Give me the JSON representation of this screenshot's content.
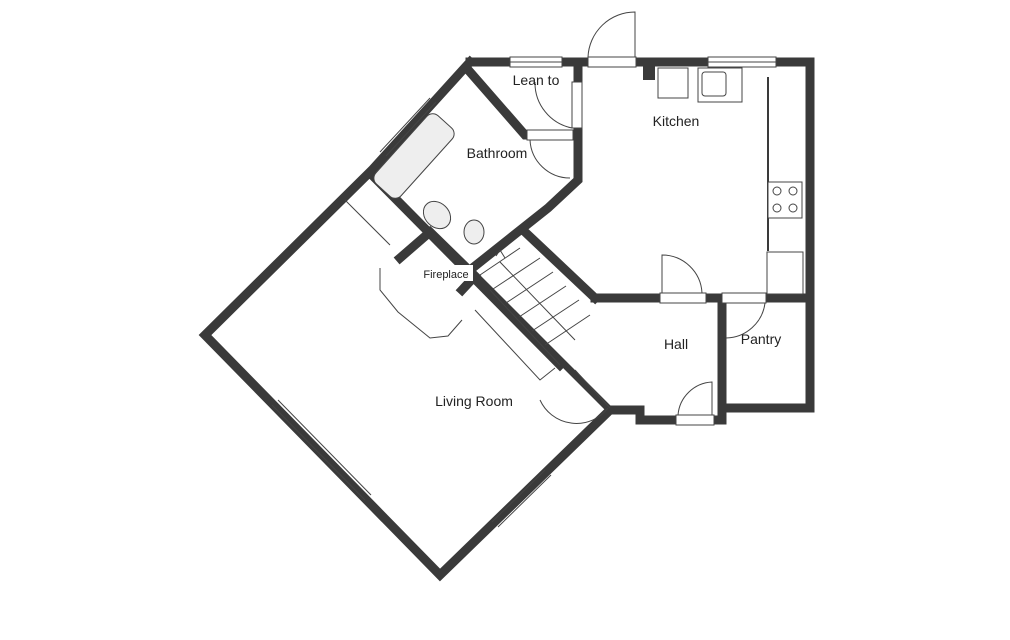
{
  "floorplan": {
    "wall_color": "#3a3a3a",
    "rooms": {
      "lean_to": "Lean to",
      "kitchen": "Kitchen",
      "bathroom": "Bathroom",
      "fireplace": "Fireplace",
      "hall": "Hall",
      "pantry": "Pantry",
      "living_room": "Living Room"
    }
  }
}
